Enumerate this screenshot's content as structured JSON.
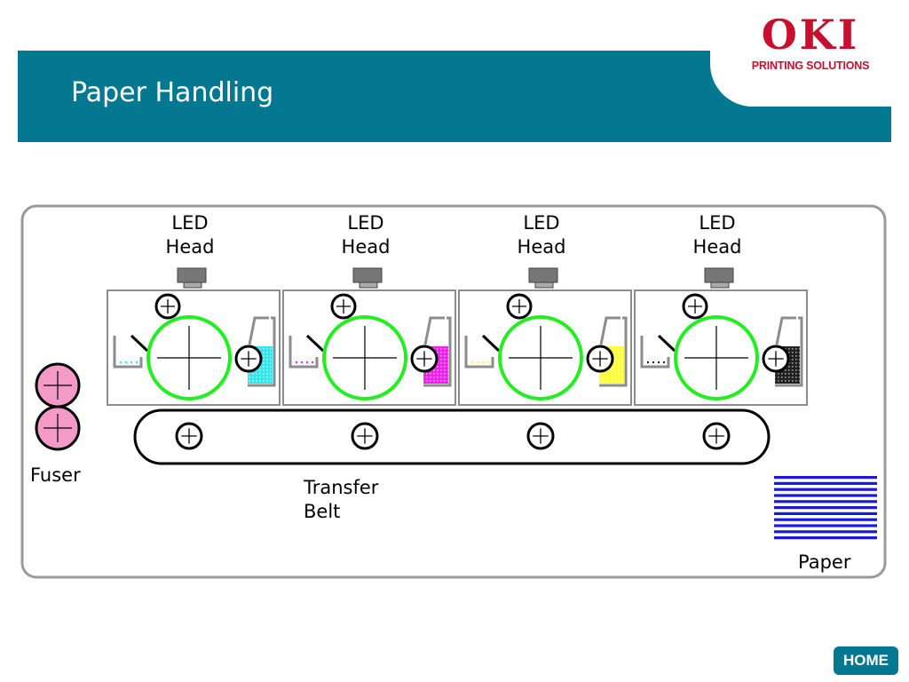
{
  "header": {
    "title": "Paper Handling",
    "logo_word": "OKI",
    "logo_tagline": "PRINTING SOLUTIONS",
    "band_color": "#047891",
    "logo_color": "#c8102e"
  },
  "diagram": {
    "print_units": [
      {
        "label_line1": "LED",
        "label_line2": "Head",
        "toner_color": "#33e6ee"
      },
      {
        "label_line1": "LED",
        "label_line2": "Head",
        "toner_color": "#ee22ee"
      },
      {
        "label_line1": "LED",
        "label_line2": "Head",
        "toner_color": "#ffff33"
      },
      {
        "label_line1": "LED",
        "label_line2": "Head",
        "toner_color": "#222222"
      }
    ],
    "drum_color": "#22ee22",
    "fuser": {
      "label": "Fuser",
      "roller_color": "#f49ac8"
    },
    "transfer_belt": {
      "label_line1": "Transfer",
      "label_line2": "Belt"
    },
    "paper": {
      "label": "Paper",
      "color": "#1a1adc"
    }
  },
  "footer": {
    "home_label": "HOME"
  }
}
